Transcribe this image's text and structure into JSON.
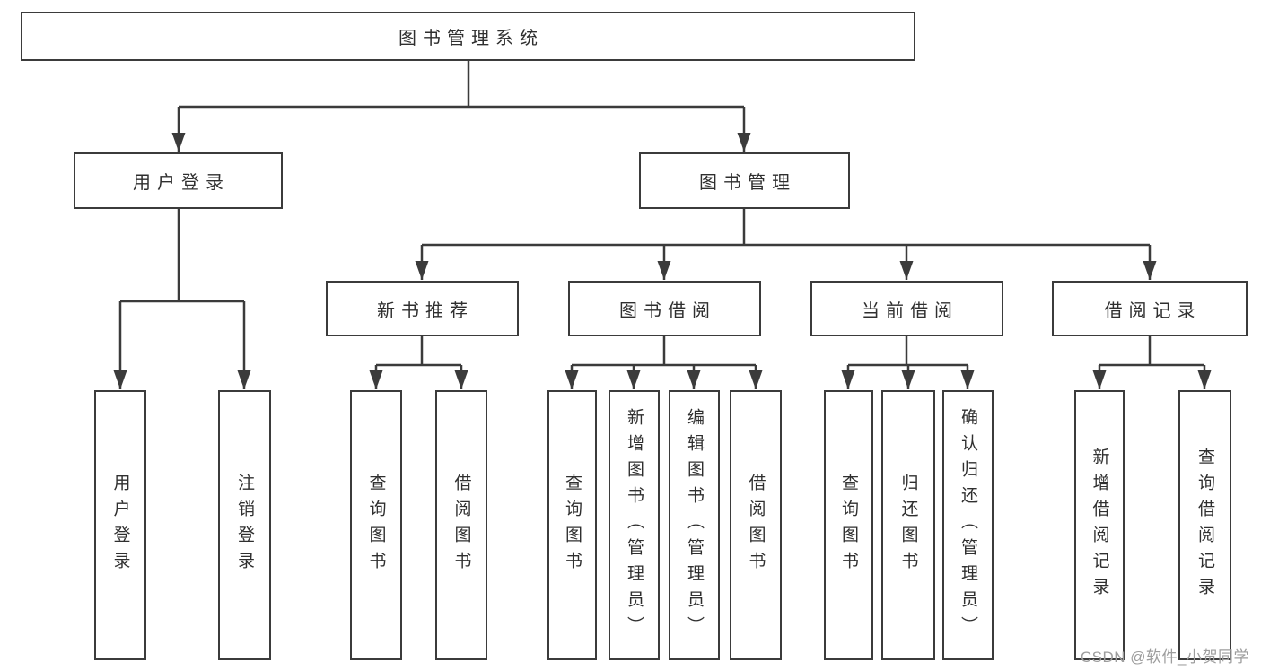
{
  "diagram": {
    "root": {
      "label": "图书管理系统"
    },
    "branches": [
      {
        "label": "用户登录",
        "children": [
          {
            "label": "用户登录"
          },
          {
            "label": "注销登录"
          }
        ]
      },
      {
        "label": "图书管理",
        "children": [
          {
            "label": "新书推荐",
            "children": [
              {
                "label": "查询图书"
              },
              {
                "label": "借阅图书"
              }
            ]
          },
          {
            "label": "图书借阅",
            "children": [
              {
                "label": "查询图书"
              },
              {
                "label": "新增图书（管理员）"
              },
              {
                "label": "编辑图书（管理员）"
              },
              {
                "label": "借阅图书"
              }
            ]
          },
          {
            "label": "当前借阅",
            "children": [
              {
                "label": "查询图书"
              },
              {
                "label": "归还图书"
              },
              {
                "label": "确认归还（管理员）"
              }
            ]
          },
          {
            "label": "借阅记录",
            "children": [
              {
                "label": "新增借阅记录"
              },
              {
                "label": "查询借阅记录"
              }
            ]
          }
        ]
      }
    ]
  },
  "watermark": {
    "text": "CSDN @软件_小贺同学"
  },
  "colors": {
    "line": "#3b3b3b",
    "box_border": "#3b3b3b",
    "text": "#2f2f2f",
    "watermark": "#9d9d9d",
    "background": "#ffffff"
  }
}
